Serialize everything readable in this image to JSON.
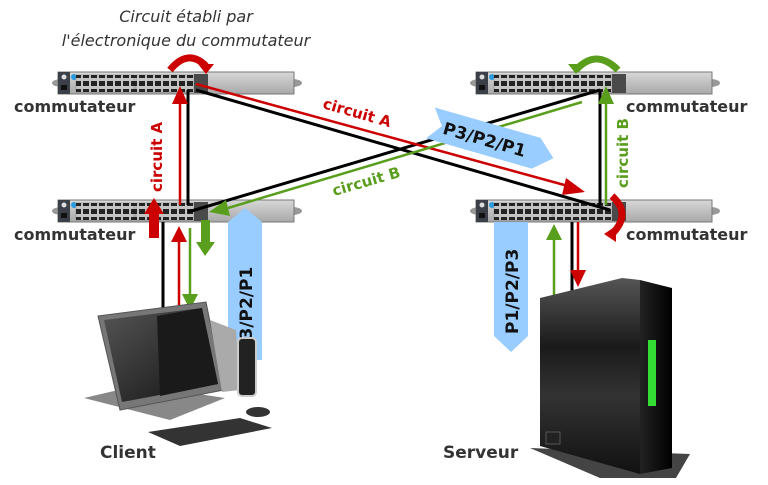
{
  "caption": {
    "line1": "Circuit établi par",
    "line2": "l'électronique du commutateur"
  },
  "switches": [
    {
      "id": "top-left",
      "label": "commutateur"
    },
    {
      "id": "top-right",
      "label": "commutateur"
    },
    {
      "id": "mid-left",
      "label": "commutateur"
    },
    {
      "id": "mid-right",
      "label": "commutateur"
    }
  ],
  "devices": {
    "client": {
      "label": "Client"
    },
    "server": {
      "label": "Serveur"
    }
  },
  "circuits": {
    "a": {
      "label": "circuit A",
      "color": "#cc0000"
    },
    "b": {
      "label": "circuit B",
      "color": "#5a9e1e"
    },
    "cable_color": "#000000"
  },
  "packets": {
    "diagonal": "P3/P2/P1",
    "client_side": "P3/P2/P1",
    "server_side": "P1/P2/P3",
    "color": "#99ccff"
  }
}
